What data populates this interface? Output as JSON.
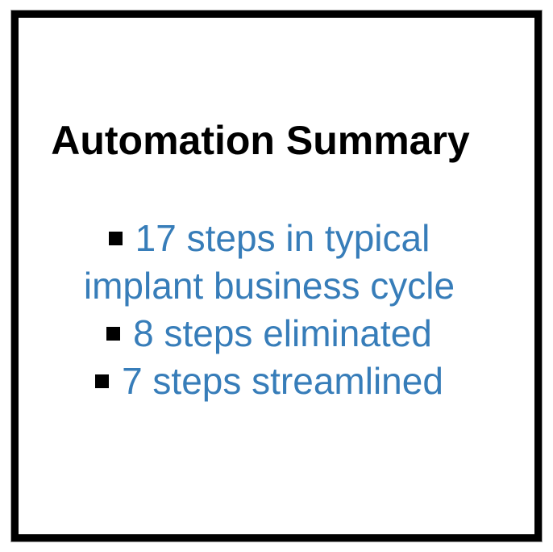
{
  "slide": {
    "title": "Automation Summary",
    "bullets": [
      {
        "text": "17 steps in typical implant business cycle"
      },
      {
        "text": "8 steps eliminated"
      },
      {
        "text": "7 steps streamlined"
      }
    ]
  },
  "colors": {
    "background": "#FFFFFF",
    "frame_border": "#000000",
    "title_text": "#000000",
    "bullet_text": "#377DB9",
    "bullet_marker": "#000000"
  }
}
